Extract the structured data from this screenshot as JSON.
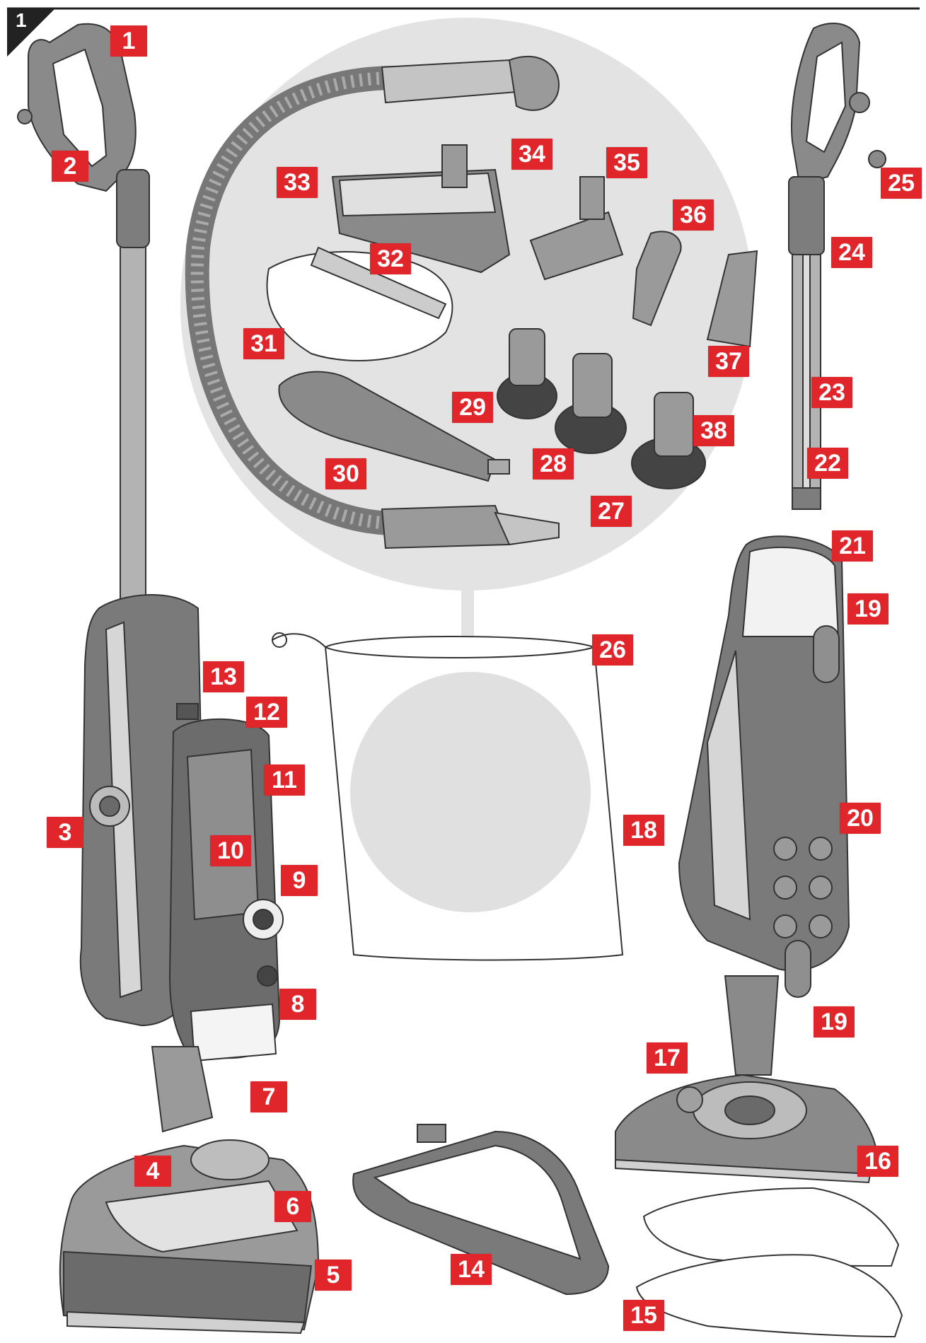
{
  "figure_number": "1",
  "callouts": [
    {
      "id": "c1",
      "label": "1"
    },
    {
      "id": "c2",
      "label": "2"
    },
    {
      "id": "c3",
      "label": "3"
    },
    {
      "id": "c4",
      "label": "4"
    },
    {
      "id": "c5",
      "label": "5"
    },
    {
      "id": "c6",
      "label": "6"
    },
    {
      "id": "c7",
      "label": "7"
    },
    {
      "id": "c8",
      "label": "8"
    },
    {
      "id": "c9",
      "label": "9"
    },
    {
      "id": "c10",
      "label": "10"
    },
    {
      "id": "c11",
      "label": "11"
    },
    {
      "id": "c12",
      "label": "12"
    },
    {
      "id": "c13",
      "label": "13"
    },
    {
      "id": "c14",
      "label": "14"
    },
    {
      "id": "c15",
      "label": "15"
    },
    {
      "id": "c16",
      "label": "16"
    },
    {
      "id": "c17",
      "label": "17"
    },
    {
      "id": "c18",
      "label": "18"
    },
    {
      "id": "c19a",
      "label": "19"
    },
    {
      "id": "c19b",
      "label": "19"
    },
    {
      "id": "c20",
      "label": "20"
    },
    {
      "id": "c21",
      "label": "21"
    },
    {
      "id": "c22",
      "label": "22"
    },
    {
      "id": "c23",
      "label": "23"
    },
    {
      "id": "c24",
      "label": "24"
    },
    {
      "id": "c25",
      "label": "25"
    },
    {
      "id": "c26",
      "label": "26"
    },
    {
      "id": "c27",
      "label": "27"
    },
    {
      "id": "c28",
      "label": "28"
    },
    {
      "id": "c29",
      "label": "29"
    },
    {
      "id": "c30",
      "label": "30"
    },
    {
      "id": "c31",
      "label": "31"
    },
    {
      "id": "c32",
      "label": "32"
    },
    {
      "id": "c33",
      "label": "33"
    },
    {
      "id": "c34",
      "label": "34"
    },
    {
      "id": "c35",
      "label": "35"
    },
    {
      "id": "c36",
      "label": "36"
    },
    {
      "id": "c37",
      "label": "37"
    },
    {
      "id": "c38",
      "label": "38"
    }
  ],
  "colors": {
    "callout": "#e1262b",
    "device": "#7a7a7a",
    "device_dark": "#5c5c5c",
    "light": "#d9d9d9",
    "accent_circle": "#dedede",
    "outline": "#333333"
  }
}
